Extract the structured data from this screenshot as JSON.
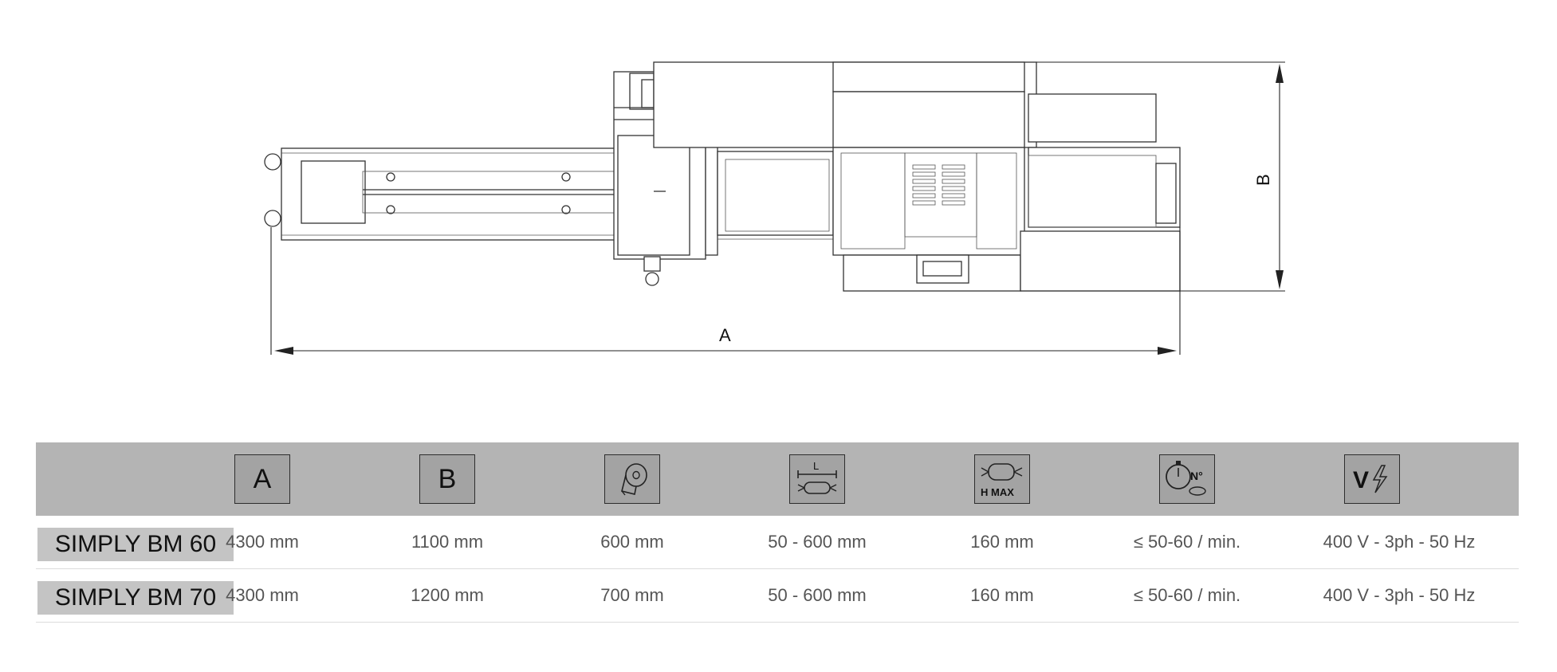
{
  "drawing": {
    "dim_a_label": "A",
    "dim_b_label": "B"
  },
  "table": {
    "headers": [
      {
        "type": "text",
        "label": "A",
        "icon": "dimension-a-icon"
      },
      {
        "type": "text",
        "label": "B",
        "icon": "dimension-b-icon"
      },
      {
        "type": "icon",
        "icon": "film-reel-icon"
      },
      {
        "type": "icon",
        "label": "L",
        "icon": "product-length-icon"
      },
      {
        "type": "icon",
        "label": "H MAX",
        "icon": "product-height-icon"
      },
      {
        "type": "icon",
        "label": "N°",
        "icon": "stopwatch-icon"
      },
      {
        "type": "text",
        "label": "V",
        "icon": "voltage-icon"
      }
    ],
    "rows": [
      {
        "model": "SIMPLY BM 60",
        "values": [
          "4300 mm",
          "1100 mm",
          "600 mm",
          "50 - 600 mm",
          "160 mm",
          "≤ 50-60 / min.",
          "400 V - 3ph - 50 Hz"
        ]
      },
      {
        "model": "SIMPLY BM 70",
        "values": [
          "4300 mm",
          "1200 mm",
          "700 mm",
          "50 - 600 mm",
          "160 mm",
          "≤ 50-60 / min.",
          "400 V - 3ph - 50 Hz"
        ]
      }
    ]
  }
}
